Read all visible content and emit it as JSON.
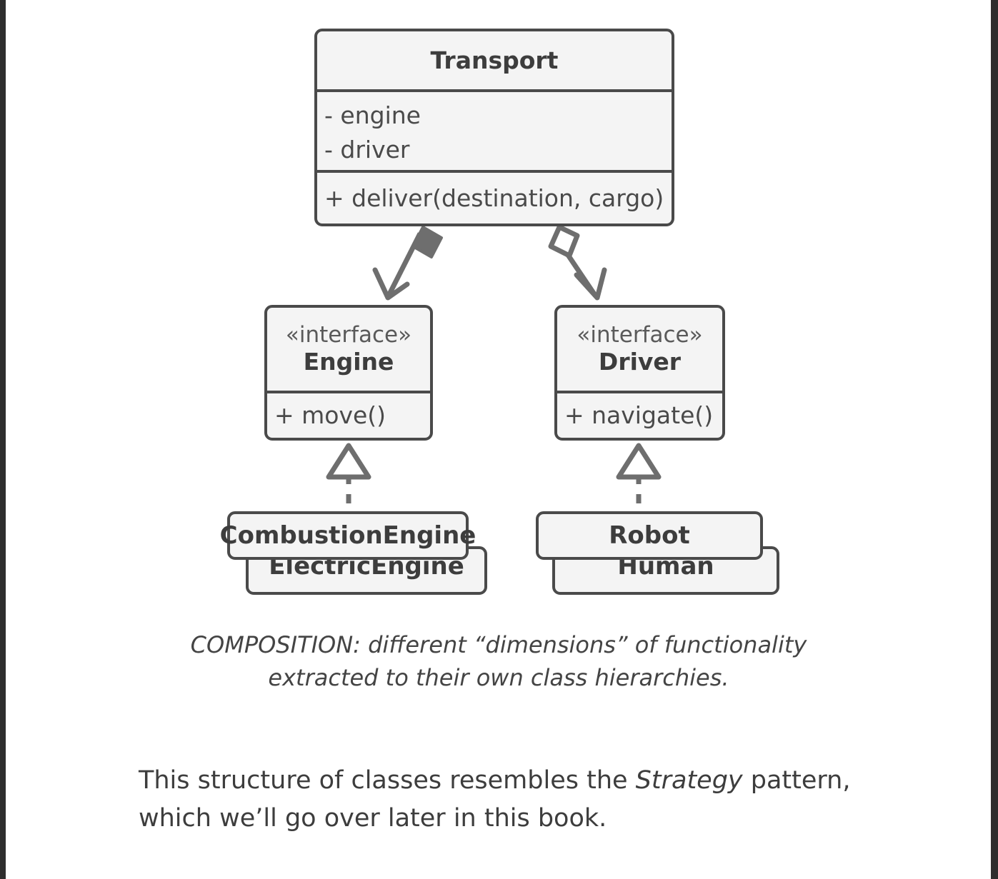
{
  "diagram": {
    "type": "uml-class-diagram",
    "classes": [
      {
        "id": "transport",
        "name": "Transport",
        "stereotype": "",
        "attributes": [
          "- engine",
          "- driver"
        ],
        "operations": [
          "+ deliver(destination, cargo)"
        ]
      },
      {
        "id": "engine",
        "name": "Engine",
        "stereotype": "«interface»",
        "attributes": [],
        "operations": [
          "+ move()"
        ]
      },
      {
        "id": "driver",
        "name": "Driver",
        "stereotype": "«interface»",
        "attributes": [],
        "operations": [
          "+ navigate()"
        ]
      },
      {
        "id": "combustionengine",
        "name": "CombustionEngine"
      },
      {
        "id": "electricengine",
        "name": "ElectricEngine"
      },
      {
        "id": "robot",
        "name": "Robot"
      },
      {
        "id": "human",
        "name": "Human"
      }
    ],
    "relations": [
      {
        "from": "Transport",
        "to": "Engine",
        "type": "composition",
        "marker": "filled-diamond",
        "arrow": "open-arrow",
        "line": "solid"
      },
      {
        "from": "Transport",
        "to": "Driver",
        "type": "aggregation",
        "marker": "hollow-diamond",
        "arrow": "open-arrow",
        "line": "solid"
      },
      {
        "from": "CombustionEngine",
        "to": "Engine",
        "type": "realization",
        "marker": "hollow-triangle",
        "line": "dashed"
      },
      {
        "from": "Robot",
        "to": "Driver",
        "type": "realization",
        "marker": "hollow-triangle",
        "line": "dashed"
      }
    ],
    "colors": {
      "box_fill": "#f4f4f4",
      "box_stroke": "#4a4a4a",
      "text": "#3d3d3d",
      "edge": "#6e6e6e",
      "frame": "#2e2e2e",
      "page": "#ffffff"
    }
  },
  "caption": {
    "text": "COMPOSITION: different “dimensions” of functionality extracted to their own class hierarchies."
  },
  "body": {
    "before_em": "This structure of classes resembles the ",
    "em": "Strategy",
    "after_em": " pattern, which we’ll go over later in this book."
  }
}
